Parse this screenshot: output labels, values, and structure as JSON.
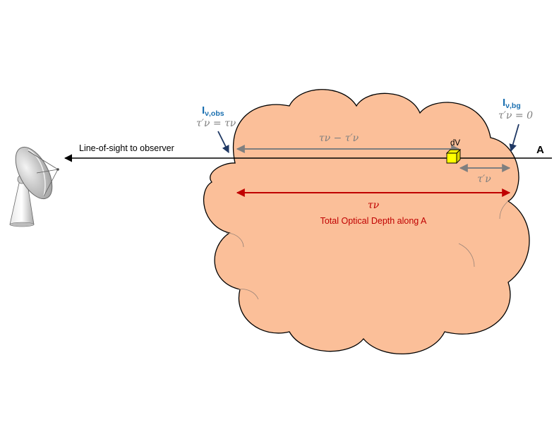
{
  "labels": {
    "line_of_sight": "Line-of-sight to observer",
    "point_a": "A",
    "volume_element": "dV",
    "total_optical_depth": "Total Optical Depth along A"
  },
  "math": {
    "i_obs_main": "I",
    "i_obs_sub": "ν,obs",
    "i_obs_eq": "τ′ν = τν",
    "i_bg_main": "I",
    "i_bg_sub": "ν,bg",
    "i_bg_eq": "τ′ν = 0",
    "tau_difference": "τν − τ′ν",
    "tau_prime": "τ′ν",
    "tau_total": "τν"
  },
  "colors": {
    "cloud_fill": "#fbbf99",
    "cloud_stroke": "#000000",
    "intensity_label": "#1a6fb0",
    "pointer_arrow": "#1f3864",
    "gray_arrow": "#7f7f7f",
    "red_arrow": "#c00000",
    "cube": "#ffff00",
    "sightline": "#000000"
  },
  "icons": {
    "observer": "radio-telescope-icon",
    "volume_element": "cube-icon"
  }
}
